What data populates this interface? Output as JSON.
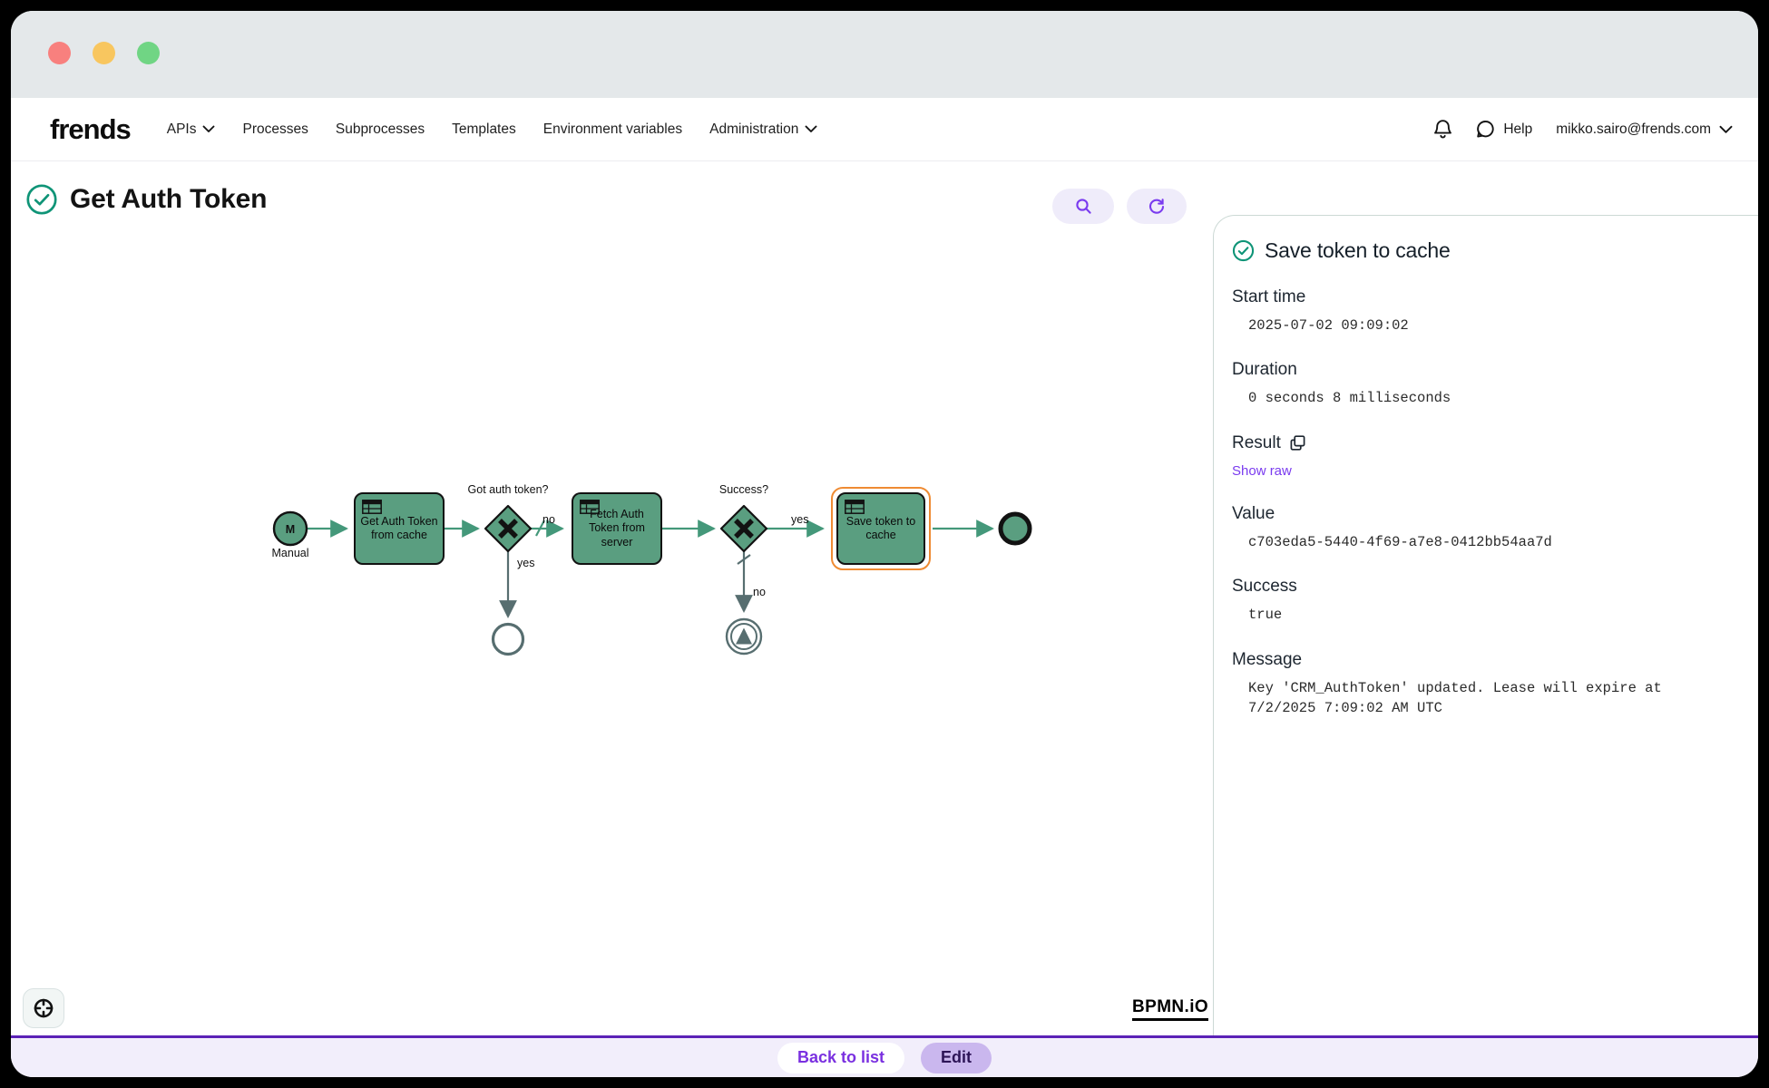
{
  "nav": {
    "brand": "frends",
    "items": [
      {
        "label": "APIs",
        "has_dropdown": true
      },
      {
        "label": "Processes",
        "has_dropdown": false
      },
      {
        "label": "Subprocesses",
        "has_dropdown": false
      },
      {
        "label": "Templates",
        "has_dropdown": false
      },
      {
        "label": "Environment variables",
        "has_dropdown": false
      },
      {
        "label": "Administration",
        "has_dropdown": true
      }
    ],
    "help_label": "Help",
    "user_email": "mikko.sairo@frends.com"
  },
  "page": {
    "title": "Get Auth Token"
  },
  "canvas": {
    "watermark": "BPMN.iO"
  },
  "diagram": {
    "start_label": "M",
    "start_caption": "Manual",
    "tasks": [
      "Get Auth Token from cache",
      "Fetch Auth Token from server",
      "Save token to cache"
    ],
    "gateway1_question": "Got auth token?",
    "gateway1_no_label": "no",
    "gateway1_yes_label": "yes",
    "gateway2_question": "Success?",
    "gateway2_yes_label": "yes",
    "gateway2_no_label": "no",
    "selected_task": "Save token to cache"
  },
  "panel": {
    "title": "Save token to cache",
    "start_time_label": "Start time",
    "start_time": "2025-07-02 09:09:02",
    "duration_label": "Duration",
    "duration": "0 seconds 8 milliseconds",
    "result_label": "Result",
    "show_raw_label": "Show raw",
    "value_label": "Value",
    "value": "c703eda5-5440-4f69-a7e8-0412bb54aa7d",
    "success_label": "Success",
    "success": "true",
    "message_label": "Message",
    "message": "Key 'CRM_AuthToken' updated. Lease will expire at 7/2/2025 7:09:02 AM UTC"
  },
  "footer": {
    "back_label": "Back to list",
    "edit_label": "Edit"
  },
  "colors": {
    "accent_purple": "#7a3bef",
    "footer_divider": "#5b21b6",
    "node_green": "#5a9e80",
    "flow_green": "#44987a",
    "inactive_gray": "#576e70",
    "selection_orange": "#ef8b33",
    "success_teal": "#0f9477",
    "titlebar_gray": "#e4e8ea"
  },
  "icons": {
    "bell": "notification-bell",
    "chat_bubble": "help-chat-bubble",
    "chevron_down": "dropdown-chevron",
    "search": "magnifier",
    "refresh": "reload-arrow",
    "copy": "copy-result",
    "crosshair": "reset-viewport-target",
    "check_circle": "execution-success-check",
    "task_table": "bpmn-task-type-table"
  }
}
